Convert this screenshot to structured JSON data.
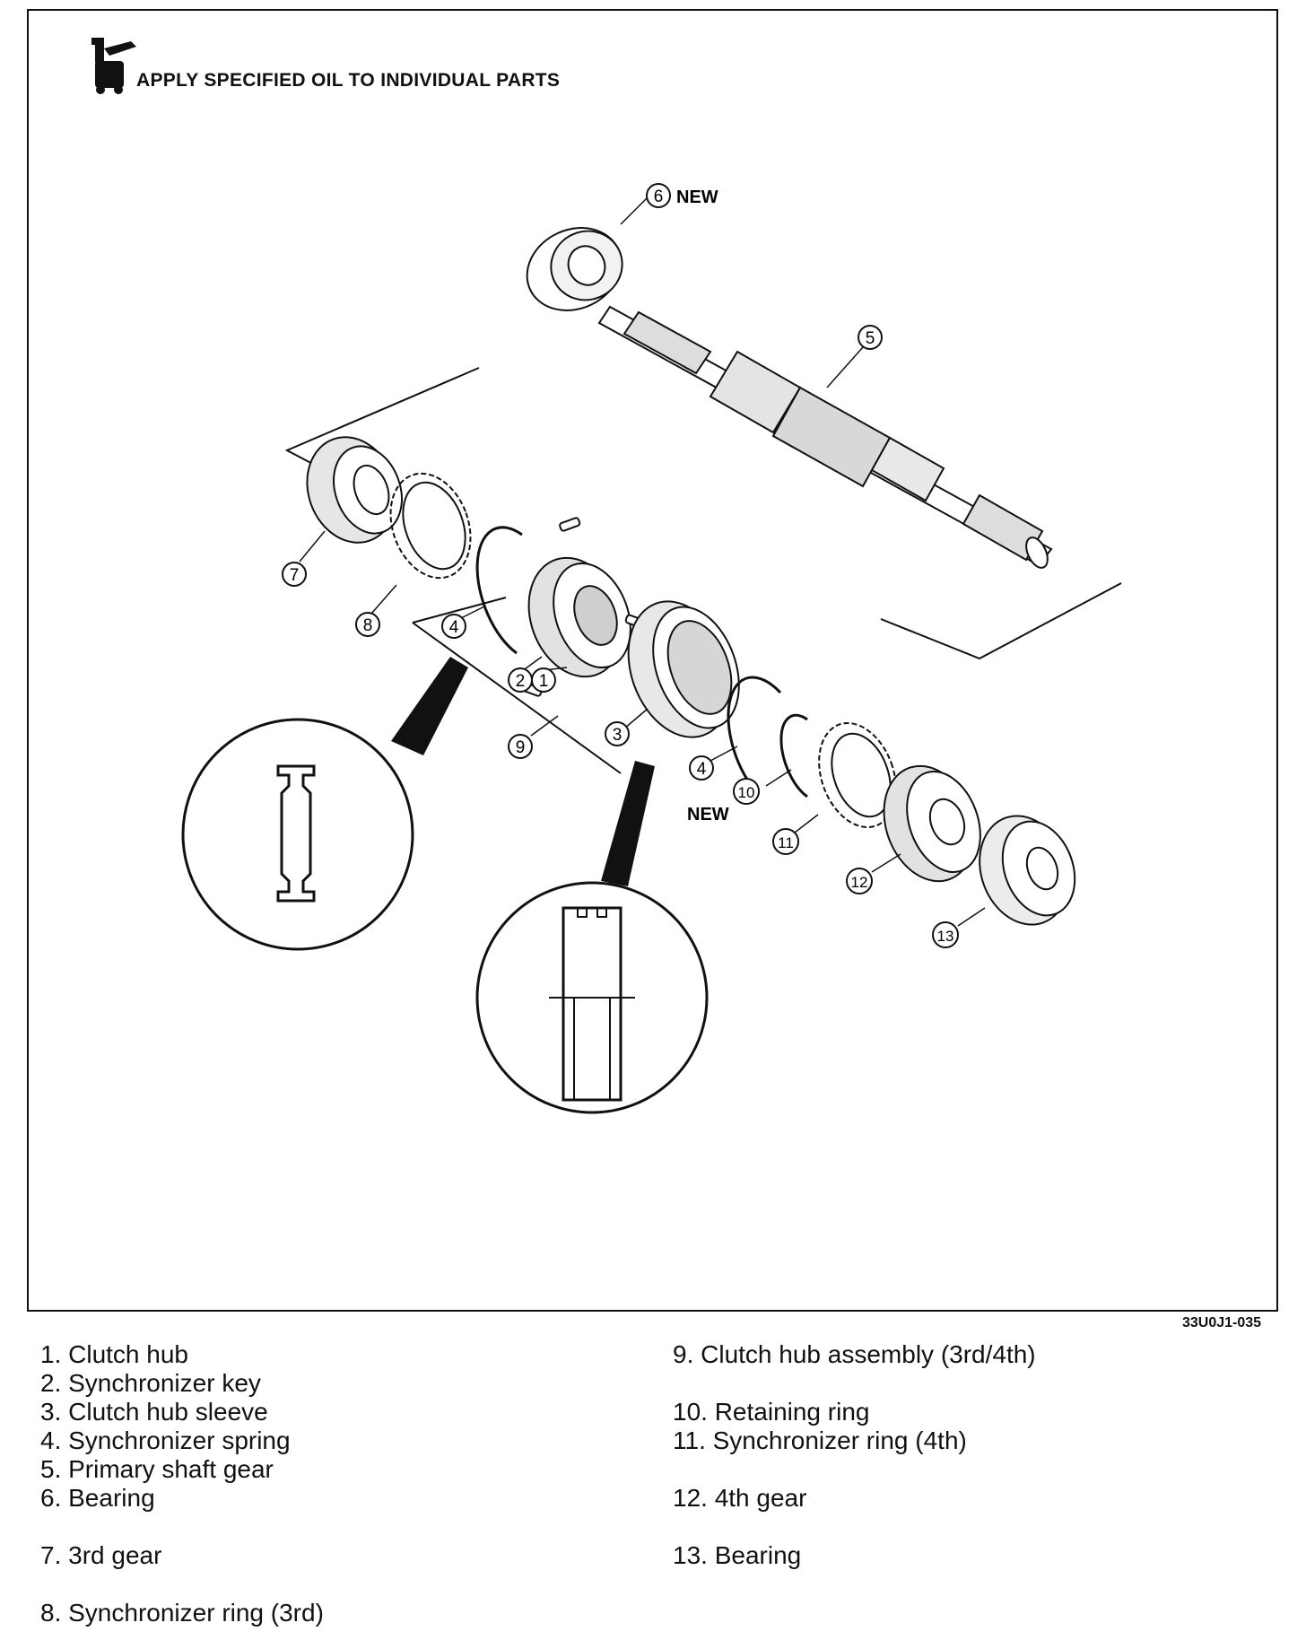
{
  "header": {
    "note": "APPLY SPECIFIED OIL TO INDIVIDUAL PARTS",
    "icon": "oil-can-icon"
  },
  "figure_code": "33U0J1-035",
  "callouts": {
    "new_top": "NEW",
    "new_mid": "NEW",
    "c1": "1",
    "c2": "2",
    "c3": "3",
    "c4a": "4",
    "c4b": "4",
    "c5": "5",
    "c6": "6",
    "c7": "7",
    "c8": "8",
    "c9": "9",
    "c10": "10",
    "c11": "11",
    "c12": "12",
    "c13": "13"
  },
  "legend": {
    "left": [
      "1. Clutch hub",
      "2. Synchronizer key",
      "3. Clutch hub sleeve",
      "4. Synchronizer spring",
      "5. Primary shaft gear",
      "6. Bearing",
      "7. 3rd gear",
      "8. Synchronizer ring (3rd)"
    ],
    "right": [
      "9. Clutch hub assembly (3rd/4th)",
      "10. Retaining ring",
      "11. Synchronizer ring (4th)",
      "12. 4th gear",
      "13. Bearing"
    ]
  }
}
